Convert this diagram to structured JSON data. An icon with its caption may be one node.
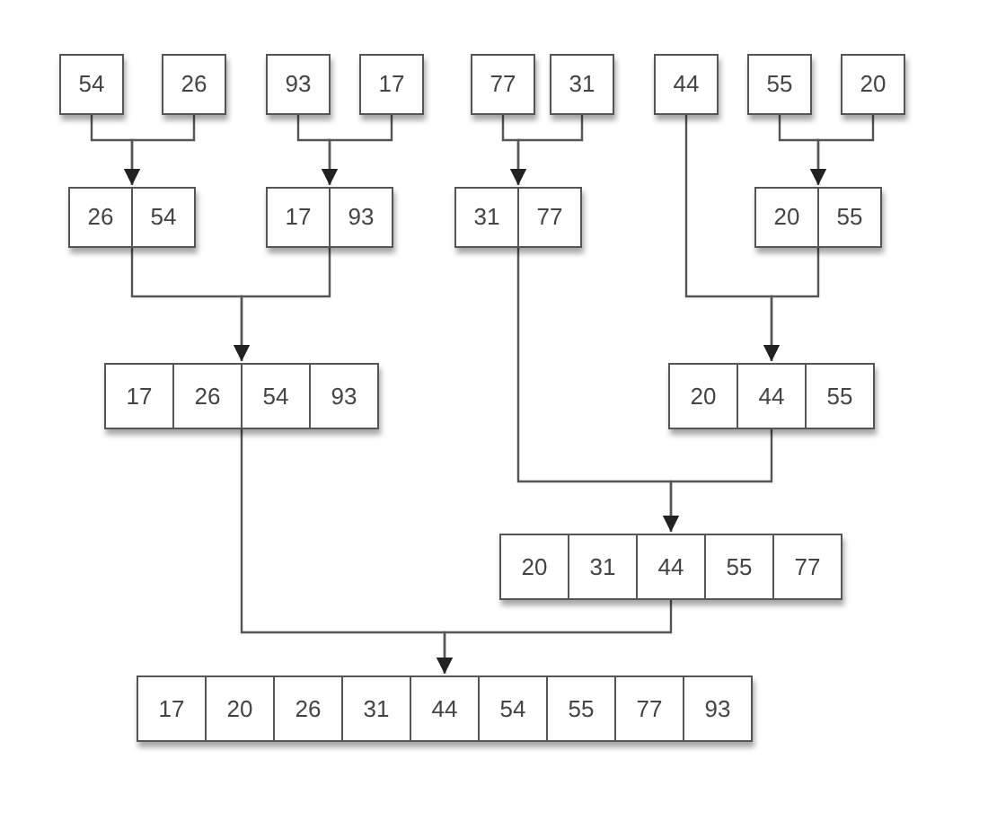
{
  "diagram": {
    "nodes": [
      {
        "text": [
          "54"
        ]
      },
      {
        "text": [
          "26"
        ]
      },
      {
        "text": [
          "93"
        ]
      },
      {
        "text": [
          "17"
        ]
      },
      {
        "text": [
          "77"
        ]
      },
      {
        "text": [
          "31"
        ]
      },
      {
        "text": [
          "44"
        ]
      },
      {
        "text": [
          "55"
        ]
      },
      {
        "text": [
          "20"
        ]
      },
      {
        "text": [],
        "shape": "box"
      },
      {
        "text": [
          "26"
        ],
        "in": 9
      },
      {
        "text": [
          "54"
        ],
        "in": 9
      },
      {
        "text": [],
        "shape": "box"
      },
      {
        "text": [
          "17"
        ],
        "in": 12
      },
      {
        "text": [
          "93"
        ],
        "in": 12
      },
      {
        "text": [],
        "shape": "box"
      },
      {
        "text": [
          "31"
        ],
        "in": 15
      },
      {
        "text": [
          "77"
        ],
        "in": 15
      },
      {
        "text": [],
        "shape": "box"
      },
      {
        "text": [
          "20"
        ],
        "in": 18
      },
      {
        "text": [
          "55"
        ],
        "in": 18
      },
      {
        "text": [],
        "shape": "box"
      },
      {
        "text": [
          "17"
        ],
        "in": 21
      },
      {
        "text": [
          "26"
        ],
        "in": 21
      },
      {
        "text": [
          "54"
        ],
        "in": 21
      },
      {
        "text": [
          "93"
        ],
        "in": 21
      },
      {
        "text": [],
        "shape": "box"
      },
      {
        "text": [
          "20"
        ],
        "in": 26
      },
      {
        "text": [
          "44"
        ],
        "in": 26
      },
      {
        "text": [
          "55"
        ],
        "in": 26
      },
      {
        "text": [],
        "shape": "box"
      },
      {
        "text": [
          "20"
        ],
        "in": 30
      },
      {
        "text": [
          "31"
        ],
        "in": 30
      },
      {
        "text": [
          "44"
        ],
        "in": 30
      },
      {
        "text": [
          "55"
        ],
        "in": 30
      },
      {
        "text": [
          "77"
        ],
        "in": 30
      },
      {
        "text": [],
        "shape": "box"
      },
      {
        "text": [
          "17"
        ],
        "in": 36
      },
      {
        "text": [
          "20"
        ],
        "in": 36
      },
      {
        "text": [
          "26"
        ],
        "in": 36
      },
      {
        "text": [
          "31"
        ],
        "in": 36
      },
      {
        "text": [
          "44"
        ],
        "in": 36
      },
      {
        "text": [
          "54"
        ],
        "in": 36
      },
      {
        "text": [
          "55"
        ],
        "in": 36
      },
      {
        "text": [
          "77"
        ],
        "in": 36
      },
      {
        "text": [
          "93"
        ],
        "in": 36
      }
    ],
    "edges": [
      {
        "from": 0,
        "to": 9,
        "arrow": "to"
      },
      {
        "from": 1,
        "to": 9,
        "arrow": "to"
      },
      {
        "from": 2,
        "to": 12,
        "arrow": "to"
      },
      {
        "from": 3,
        "to": 12,
        "arrow": "to"
      },
      {
        "from": 4,
        "to": 15,
        "arrow": "to"
      },
      {
        "from": 5,
        "to": 15,
        "arrow": "to"
      },
      {
        "from": 7,
        "to": 18,
        "arrow": "to"
      },
      {
        "from": 8,
        "to": 18,
        "arrow": "to"
      },
      {
        "from": 9,
        "to": 21,
        "arrow": "to"
      },
      {
        "from": 12,
        "to": 21,
        "arrow": "to"
      },
      {
        "from": 6,
        "to": 26,
        "arrow": "to"
      },
      {
        "from": 18,
        "to": 26,
        "arrow": "to"
      },
      {
        "from": 15,
        "to": 30,
        "arrow": "to"
      },
      {
        "from": 26,
        "to": 30,
        "arrow": "to"
      },
      {
        "from": 21,
        "to": 36,
        "arrow": "to"
      },
      {
        "from": 30,
        "to": 36,
        "arrow": "to"
      }
    ]
  }
}
